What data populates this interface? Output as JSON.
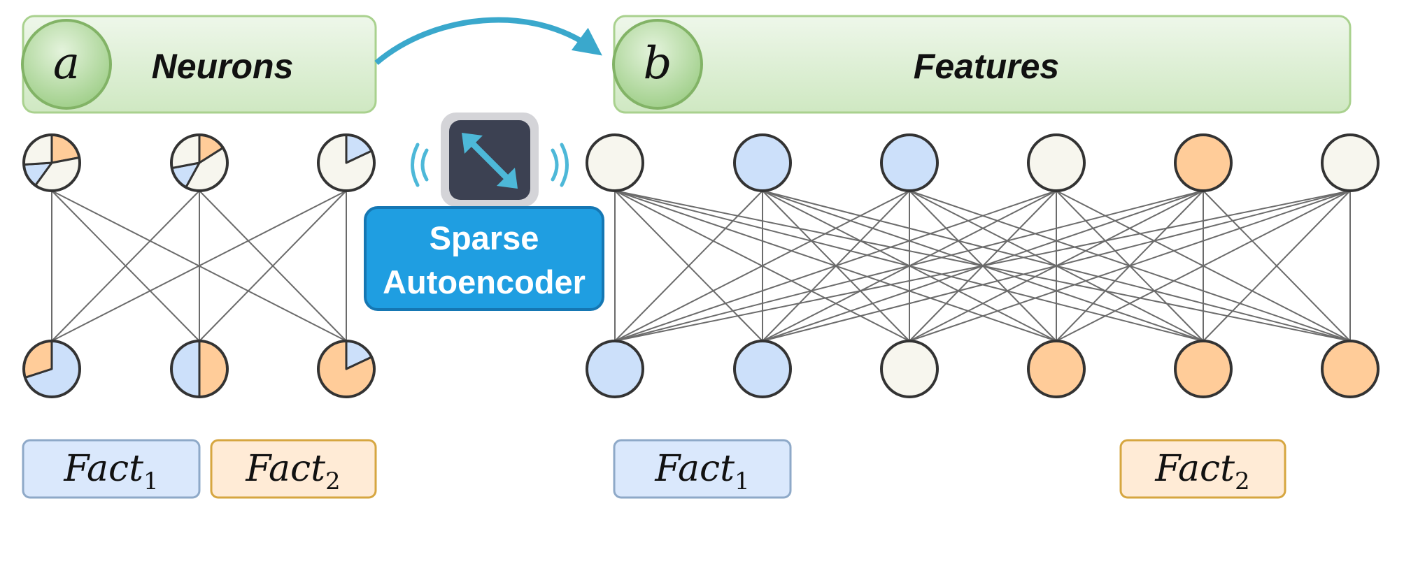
{
  "colors": {
    "blue": "#cce0fa",
    "orange": "#ffcc99",
    "neutral": "#f7f6ee",
    "arrow": "#3aa8cc"
  },
  "panel_a": {
    "badge": "a",
    "title": "Neurons",
    "input_neurons": [
      {
        "slices": [
          {
            "color": "orange",
            "frac": 0.22
          },
          {
            "color": "neutral",
            "frac": 0.38
          },
          {
            "color": "blue",
            "frac": 0.14
          },
          {
            "color": "neutral",
            "frac": 0.26
          }
        ]
      },
      {
        "slices": [
          {
            "color": "orange",
            "frac": 0.16
          },
          {
            "color": "neutral",
            "frac": 0.42
          },
          {
            "color": "blue",
            "frac": 0.14
          },
          {
            "color": "neutral",
            "frac": 0.28
          }
        ]
      },
      {
        "slices": [
          {
            "color": "blue",
            "frac": 0.18
          },
          {
            "color": "neutral",
            "frac": 0.82
          }
        ]
      }
    ],
    "output_neurons": [
      {
        "slices": [
          {
            "color": "blue",
            "frac": 0.7
          },
          {
            "color": "orange",
            "frac": 0.3
          }
        ]
      },
      {
        "slices": [
          {
            "color": "orange",
            "frac": 0.5
          },
          {
            "color": "blue",
            "frac": 0.5
          }
        ]
      },
      {
        "slices": [
          {
            "color": "blue",
            "frac": 0.18
          },
          {
            "color": "orange",
            "frac": 0.82
          }
        ]
      }
    ],
    "facts": [
      {
        "base": "Fact",
        "sub": "1",
        "color": "blue"
      },
      {
        "base": "Fact",
        "sub": "2",
        "color": "orange"
      }
    ]
  },
  "sae": {
    "icon": "expand-arrows-icon",
    "line1": "Sparse",
    "line2": "Autoencoder"
  },
  "panel_b": {
    "badge": "b",
    "title": "Features",
    "input_features": [
      "neutral",
      "blue",
      "blue",
      "neutral",
      "orange",
      "neutral"
    ],
    "output_features": [
      "blue",
      "blue",
      "neutral",
      "orange",
      "orange",
      "orange"
    ],
    "facts": [
      {
        "base": "Fact",
        "sub": "1",
        "color": "blue"
      },
      {
        "base": "Fact",
        "sub": "2",
        "color": "orange"
      }
    ]
  }
}
